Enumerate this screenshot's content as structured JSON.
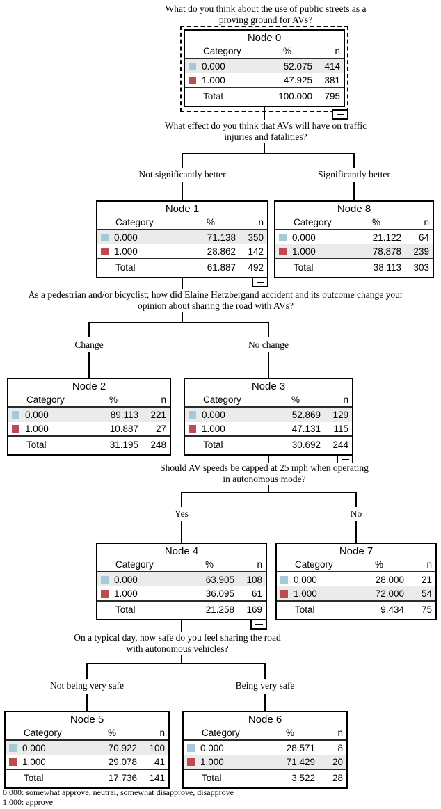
{
  "questions": {
    "root": "What do you think about the use of public streets as a proving ground for AVs?"
  },
  "splits": [
    {
      "question": "What effect do you think that AVs will have on traffic injuries and fatalities?",
      "left": "Not significantly better",
      "right": "Significantly better"
    },
    {
      "question": "As a pedestrian and/or bicyclist; how did Elaine Herzbergand accident and its outcome change your opinion about sharing the road with AVs?",
      "left": "Change",
      "right": "No change"
    },
    {
      "question": "Should AV speeds be capped at 25 mph when operating in autonomous mode?",
      "left": "Yes",
      "right": "No"
    },
    {
      "question": "On a typical day, how safe do you feel sharing the road with autonomous vehicles?",
      "left": "Not being very safe",
      "right": "Being very safe"
    }
  ],
  "columns": {
    "category": "Category",
    "pct": "%",
    "n": "n",
    "total_label": "Total"
  },
  "nodes": [
    {
      "title": "Node 0",
      "rows": [
        {
          "cat": "0.000",
          "pct": "52.075",
          "n": "414"
        },
        {
          "cat": "1.000",
          "pct": "47.925",
          "n": "381"
        }
      ],
      "total": {
        "pct": "100.000",
        "n": "795"
      }
    },
    {
      "title": "Node 1",
      "rows": [
        {
          "cat": "0.000",
          "pct": "71.138",
          "n": "350"
        },
        {
          "cat": "1.000",
          "pct": "28.862",
          "n": "142"
        }
      ],
      "total": {
        "pct": "61.887",
        "n": "492"
      }
    },
    {
      "title": "Node 2",
      "rows": [
        {
          "cat": "0.000",
          "pct": "89.113",
          "n": "221"
        },
        {
          "cat": "1.000",
          "pct": "10.887",
          "n": "27"
        }
      ],
      "total": {
        "pct": "31.195",
        "n": "248"
      }
    },
    {
      "title": "Node 3",
      "rows": [
        {
          "cat": "0.000",
          "pct": "52.869",
          "n": "129"
        },
        {
          "cat": "1.000",
          "pct": "47.131",
          "n": "115"
        }
      ],
      "total": {
        "pct": "30.692",
        "n": "244"
      }
    },
    {
      "title": "Node 4",
      "rows": [
        {
          "cat": "0.000",
          "pct": "63.905",
          "n": "108"
        },
        {
          "cat": "1.000",
          "pct": "36.095",
          "n": "61"
        }
      ],
      "total": {
        "pct": "21.258",
        "n": "169"
      }
    },
    {
      "title": "Node 5",
      "rows": [
        {
          "cat": "0.000",
          "pct": "70.922",
          "n": "100"
        },
        {
          "cat": "1.000",
          "pct": "29.078",
          "n": "41"
        }
      ],
      "total": {
        "pct": "17.736",
        "n": "141"
      }
    },
    {
      "title": "Node 6",
      "rows": [
        {
          "cat": "0.000",
          "pct": "28.571",
          "n": "8"
        },
        {
          "cat": "1.000",
          "pct": "71.429",
          "n": "20"
        }
      ],
      "total": {
        "pct": "3.522",
        "n": "28"
      }
    },
    {
      "title": "Node 7",
      "rows": [
        {
          "cat": "0.000",
          "pct": "28.000",
          "n": "21"
        },
        {
          "cat": "1.000",
          "pct": "72.000",
          "n": "54"
        }
      ],
      "total": {
        "pct": "9.434",
        "n": "75"
      }
    },
    {
      "title": "Node 8",
      "rows": [
        {
          "cat": "0.000",
          "pct": "21.122",
          "n": "64"
        },
        {
          "cat": "1.000",
          "pct": "78.878",
          "n": "239"
        }
      ],
      "total": {
        "pct": "38.113",
        "n": "303"
      }
    }
  ],
  "legend": {
    "line1": "0.000: somewhat approve, neutral, somewhat disapprove, disapprove",
    "line2": "1.000: approve"
  },
  "colors": {
    "category0": "#A5C8DB",
    "category1": "#BE4A52",
    "row_highlight": "#EBEBEB",
    "line": "#000000"
  }
}
